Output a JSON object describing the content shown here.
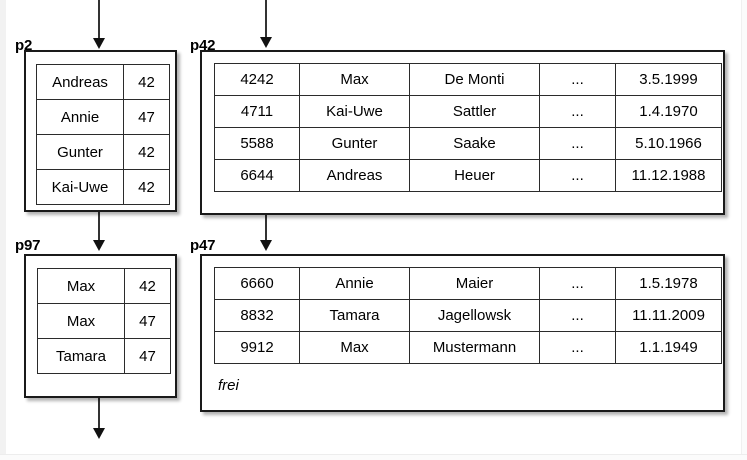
{
  "diagram": {
    "title": "Hash directory pages and data pages",
    "background_color": "#ffffff",
    "line_color": "#1a1a1a"
  },
  "blocks": [
    {
      "id": "p2",
      "label": "p2",
      "kind": "index-page",
      "columns": 2,
      "rows": [
        {
          "cells": [
            "Andreas",
            "42"
          ]
        },
        {
          "cells": [
            "Annie",
            "47"
          ]
        },
        {
          "cells": [
            "Gunter",
            "42"
          ]
        },
        {
          "cells": [
            "Kai-Uwe",
            "42"
          ]
        }
      ],
      "free_label": null
    },
    {
      "id": "p42",
      "label": "p42",
      "kind": "data-page",
      "columns": 5,
      "rows": [
        {
          "cells": [
            "4242",
            "Max",
            "De Monti",
            "...",
            "3.5.1999"
          ]
        },
        {
          "cells": [
            "4711",
            "Kai-Uwe",
            "Sattler",
            "...",
            "1.4.1970"
          ]
        },
        {
          "cells": [
            "5588",
            "Gunter",
            "Saake",
            "...",
            "5.10.1966"
          ]
        },
        {
          "cells": [
            "6644",
            "Andreas",
            "Heuer",
            "...",
            "11.12.1988"
          ]
        }
      ],
      "free_label": null
    },
    {
      "id": "p97",
      "label": "p97",
      "kind": "index-page",
      "columns": 2,
      "rows": [
        {
          "cells": [
            "Max",
            "42"
          ]
        },
        {
          "cells": [
            "Max",
            "47"
          ]
        },
        {
          "cells": [
            "Tamara",
            "47"
          ]
        }
      ],
      "free_label": null
    },
    {
      "id": "p47",
      "label": "p47",
      "kind": "data-page",
      "columns": 5,
      "rows": [
        {
          "cells": [
            "6660",
            "Annie",
            "Maier",
            "...",
            "1.5.1978"
          ]
        },
        {
          "cells": [
            "8832",
            "Tamara",
            "Jagellowsk",
            "...",
            "11.11.2009"
          ]
        },
        {
          "cells": [
            "9912",
            "Max",
            "Mustermann",
            "...",
            "1.1.1949"
          ]
        }
      ],
      "free_label": "frei"
    }
  ],
  "arrows": [
    {
      "id": "arrow-into-p2",
      "name": "arrow-down-into-p2"
    },
    {
      "id": "arrow-into-p42",
      "name": "arrow-down-into-p42"
    },
    {
      "id": "arrow-p2-to-p97",
      "name": "arrow-down-p2-to-p97"
    },
    {
      "id": "arrow-into-p47",
      "name": "arrow-down-into-p47"
    },
    {
      "id": "arrow-out-of-p97",
      "name": "arrow-down-out-of-p97"
    }
  ]
}
